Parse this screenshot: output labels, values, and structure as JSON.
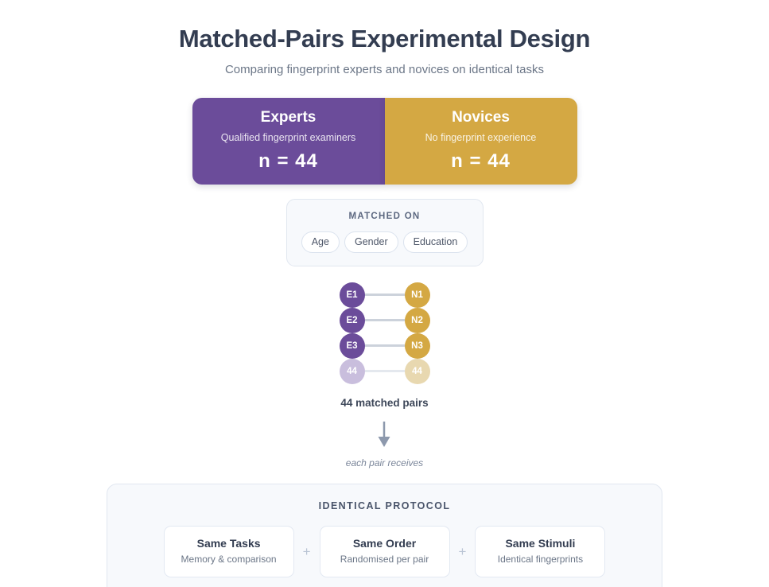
{
  "header": {
    "title": "Matched-Pairs Experimental Design",
    "subtitle": "Comparing fingerprint experts and novices on identical tasks"
  },
  "groups": [
    {
      "name": "Experts",
      "description": "Qualified fingerprint examiners",
      "n_label": "n = 44",
      "n": 44,
      "color": "#6b4c9a"
    },
    {
      "name": "Novices",
      "description": "No fingerprint experience",
      "n_label": "n = 44",
      "n": 44,
      "color": "#d4a843"
    }
  ],
  "matched_on": {
    "title": "MATCHED ON",
    "variables": [
      "Age",
      "Gender",
      "Education"
    ]
  },
  "pairs": {
    "rows": [
      {
        "left": "E1",
        "right": "N1",
        "faded": false
      },
      {
        "left": "E2",
        "right": "N2",
        "faded": false
      },
      {
        "left": "E3",
        "right": "N3",
        "faded": false
      },
      {
        "left": "44",
        "right": "44",
        "faded": true
      }
    ],
    "caption": "44 matched pairs"
  },
  "flow": {
    "arrow_label": "each pair receives"
  },
  "protocol": {
    "title": "IDENTICAL PROTOCOL",
    "separator": "+",
    "cards": [
      {
        "title": "Same Tasks",
        "description": "Memory & comparison"
      },
      {
        "title": "Same Order",
        "description": "Randomised per pair"
      },
      {
        "title": "Same Stimuli",
        "description": "Identical fingerprints"
      }
    ]
  }
}
